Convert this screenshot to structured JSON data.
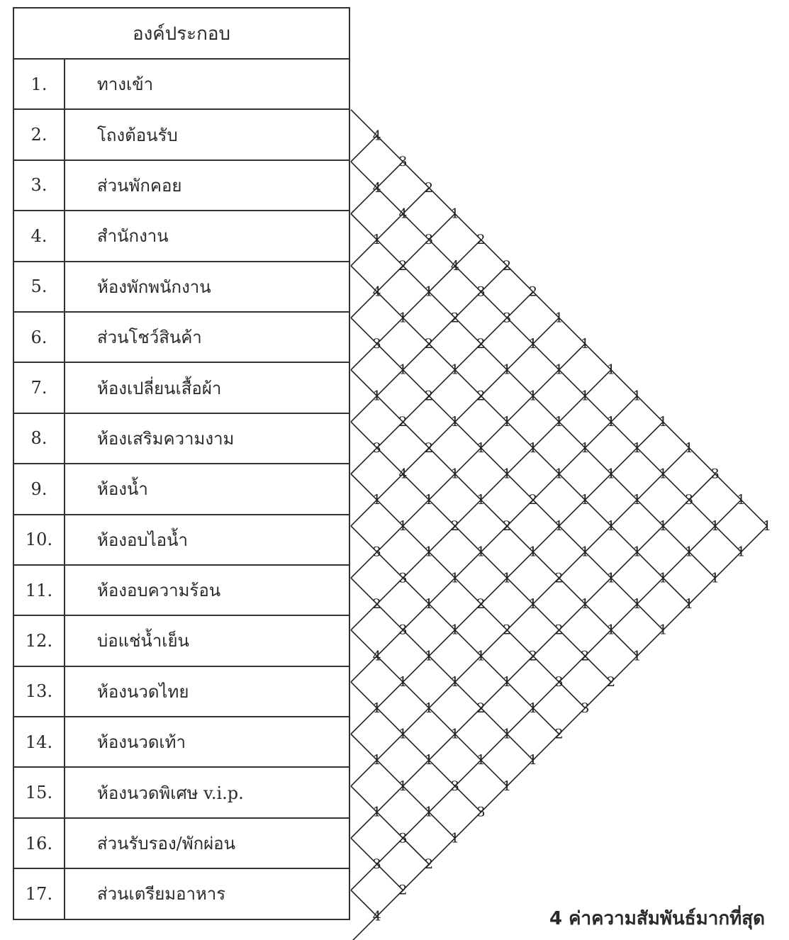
{
  "header": "องค์ประกอบ",
  "rows": [
    {
      "no": "1.",
      "name": "ทางเข้า"
    },
    {
      "no": "2.",
      "name": "โถงต้อนรับ"
    },
    {
      "no": "3.",
      "name": "ส่วนพักคอย"
    },
    {
      "no": "4.",
      "name": "สำนักงาน"
    },
    {
      "no": "5.",
      "name": "ห้องพักพนักงาน"
    },
    {
      "no": "6.",
      "name": "ส่วนโชว์สินค้า"
    },
    {
      "no": "7.",
      "name": "ห้องเปลี่ยนเสื้อผ้า"
    },
    {
      "no": "8.",
      "name": "ห้องเสริมความงาม"
    },
    {
      "no": "9.",
      "name": "ห้องน้ำ"
    },
    {
      "no": "10.",
      "name": "ห้องอบไอน้ำ"
    },
    {
      "no": "11.",
      "name": "ห้องอบความร้อน"
    },
    {
      "no": "12.",
      "name": "บ่อแช่น้ำเย็น"
    },
    {
      "no": "13.",
      "name": "ห้องนวดไทย"
    },
    {
      "no": "14.",
      "name": "ห้องนวดเท้า"
    },
    {
      "no": "15.",
      "name": "ห้องนวดพิเศษ v.i.p."
    },
    {
      "no": "16.",
      "name": "ส่วนรับรอง/พักผ่อน"
    },
    {
      "no": "17.",
      "name": "ส่วนเตรียมอาหาร"
    }
  ],
  "matrix_values": [
    [
      4,
      4,
      1,
      4,
      3,
      1,
      3,
      1,
      3,
      2,
      4,
      1,
      1,
      1,
      3,
      4
    ],
    [
      3,
      4,
      2,
      1,
      1,
      2,
      4,
      1,
      3,
      3,
      1,
      1,
      1,
      3,
      2
    ],
    [
      2,
      3,
      1,
      2,
      2,
      2,
      1,
      1,
      1,
      1,
      1,
      1,
      1,
      2
    ],
    [
      1,
      4,
      2,
      1,
      1,
      1,
      2,
      1,
      1,
      1,
      1,
      3,
      1
    ],
    [
      2,
      3,
      2,
      2,
      1,
      1,
      1,
      2,
      1,
      2,
      1,
      3
    ],
    [
      2,
      3,
      1,
      1,
      1,
      2,
      1,
      2,
      1,
      1,
      1
    ],
    [
      2,
      1,
      1,
      1,
      2,
      1,
      1,
      2,
      1,
      1
    ],
    [
      1,
      1,
      1,
      1,
      1,
      2,
      2,
      3,
      2
    ],
    [
      1,
      1,
      1,
      1,
      1,
      1,
      2,
      3
    ],
    [
      1,
      1,
      1,
      1,
      1,
      1,
      2
    ],
    [
      1,
      1,
      1,
      1,
      1,
      1
    ],
    [
      1,
      1,
      1,
      1,
      1
    ],
    [
      1,
      3,
      1,
      1
    ],
    [
      3,
      1,
      1
    ],
    [
      1,
      1
    ],
    [
      1
    ]
  ],
  "legend": "4 ค่าความสัมพันธ์มากที่สุด"
}
